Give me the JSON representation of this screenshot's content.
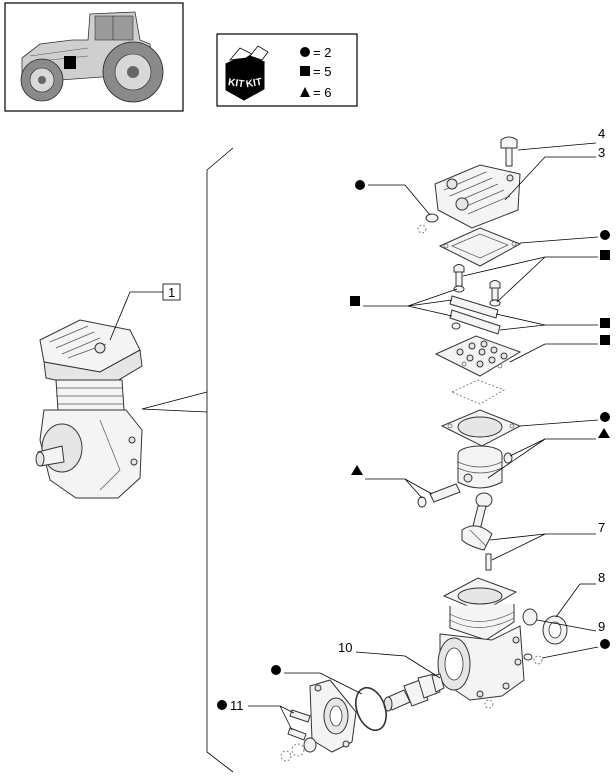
{
  "kit_legend": {
    "kit_word": "KIT",
    "circle_count": "= 2",
    "square_count": "= 5",
    "triangle_count": "= 6"
  },
  "callouts": {
    "assembly": "1",
    "screw": "4",
    "cylinder_head": "3",
    "conrod_screw": "7",
    "seal_ring": "8",
    "spacer": "9",
    "crankshaft": "10",
    "cover_screw": "11"
  },
  "marker_colors": {
    "fill": "#000000",
    "line": "#000000"
  }
}
